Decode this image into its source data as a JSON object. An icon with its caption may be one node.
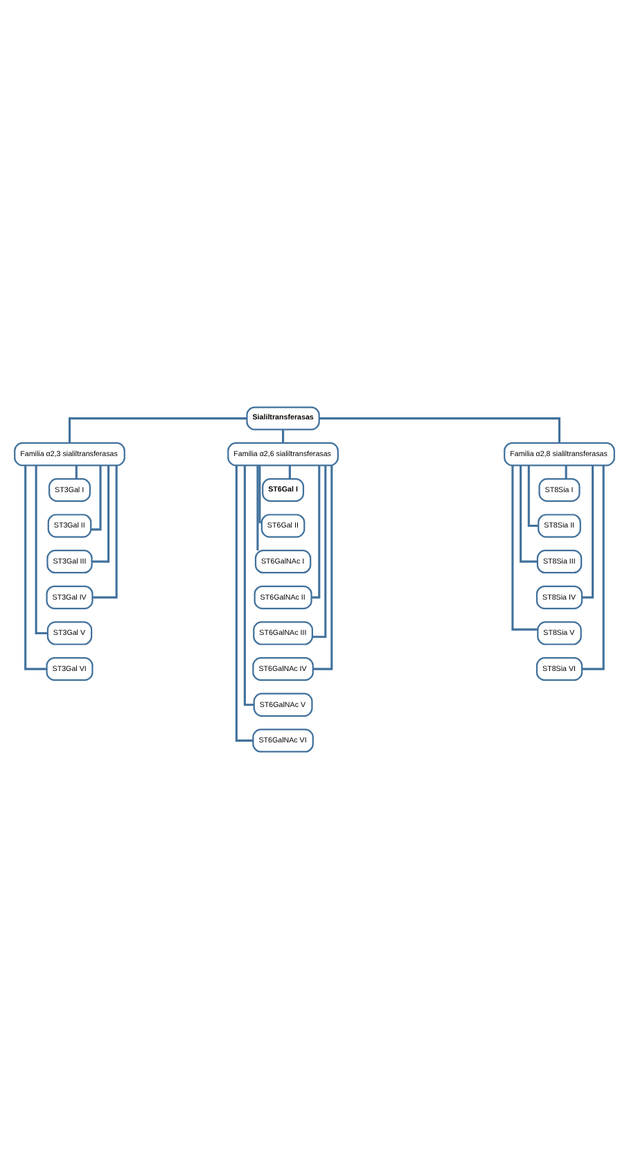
{
  "diagram": {
    "nodes": [
      {
        "text": [
          "Sialiltransferasas"
        ]
      },
      {
        "text": [
          "Familia α2,3 sialiltransferasas"
        ]
      },
      {
        "text": [
          "Familia α2,6 sialiltransferasas"
        ]
      },
      {
        "text": [
          "Familia α2,8 sialiltransferasas"
        ]
      },
      {
        "text": [
          "ST3Gal I"
        ]
      },
      {
        "text": [
          "ST3Gal II"
        ]
      },
      {
        "text": [
          "ST3Gal III"
        ]
      },
      {
        "text": [
          "ST3Gal IV"
        ]
      },
      {
        "text": [
          "ST3Gal V"
        ]
      },
      {
        "text": [
          "ST3Gal VI"
        ]
      },
      {
        "text": [
          "ST6Gal I"
        ]
      },
      {
        "text": [
          "ST6Gal II"
        ]
      },
      {
        "text": [
          "ST6GalNAc I"
        ]
      },
      {
        "text": [
          "ST6GalNAc II"
        ]
      },
      {
        "text": [
          "ST6GalNAc III"
        ]
      },
      {
        "text": [
          "ST6GalNAc IV"
        ]
      },
      {
        "text": [
          "ST6GalNAc V"
        ]
      },
      {
        "text": [
          "ST6GalNAc VI"
        ]
      },
      {
        "text": [
          "ST8Sia I"
        ]
      },
      {
        "text": [
          "ST8Sia II"
        ]
      },
      {
        "text": [
          "ST8Sia III"
        ]
      },
      {
        "text": [
          "ST8Sia IV"
        ]
      },
      {
        "text": [
          "ST8Sia V"
        ]
      },
      {
        "text": [
          "ST8Sia VI"
        ]
      }
    ],
    "edges": [
      {
        "from": 0,
        "to": 1,
        "arrow": "none"
      },
      {
        "from": 0,
        "to": 2,
        "arrow": "none"
      },
      {
        "from": 0,
        "to": 3,
        "arrow": "none"
      },
      {
        "from": 1,
        "to": 4,
        "arrow": "none"
      },
      {
        "from": 1,
        "to": 5,
        "arrow": "none"
      },
      {
        "from": 1,
        "to": 6,
        "arrow": "none"
      },
      {
        "from": 1,
        "to": 7,
        "arrow": "none"
      },
      {
        "from": 1,
        "to": 8,
        "arrow": "none"
      },
      {
        "from": 1,
        "to": 9,
        "arrow": "none"
      },
      {
        "from": 2,
        "to": 10,
        "arrow": "none"
      },
      {
        "from": 2,
        "to": 11,
        "arrow": "none"
      },
      {
        "from": 2,
        "to": 12,
        "arrow": "none"
      },
      {
        "from": 2,
        "to": 13,
        "arrow": "none"
      },
      {
        "from": 2,
        "to": 14,
        "arrow": "none"
      },
      {
        "from": 2,
        "to": 15,
        "arrow": "none"
      },
      {
        "from": 2,
        "to": 16,
        "arrow": "none"
      },
      {
        "from": 2,
        "to": 17,
        "arrow": "none"
      },
      {
        "from": 3,
        "to": 18,
        "arrow": "none"
      },
      {
        "from": 3,
        "to": 19,
        "arrow": "none"
      },
      {
        "from": 3,
        "to": 20,
        "arrow": "none"
      },
      {
        "from": 3,
        "to": 21,
        "arrow": "none"
      },
      {
        "from": 3,
        "to": 22,
        "arrow": "none"
      },
      {
        "from": 3,
        "to": 23,
        "arrow": "none"
      }
    ]
  }
}
